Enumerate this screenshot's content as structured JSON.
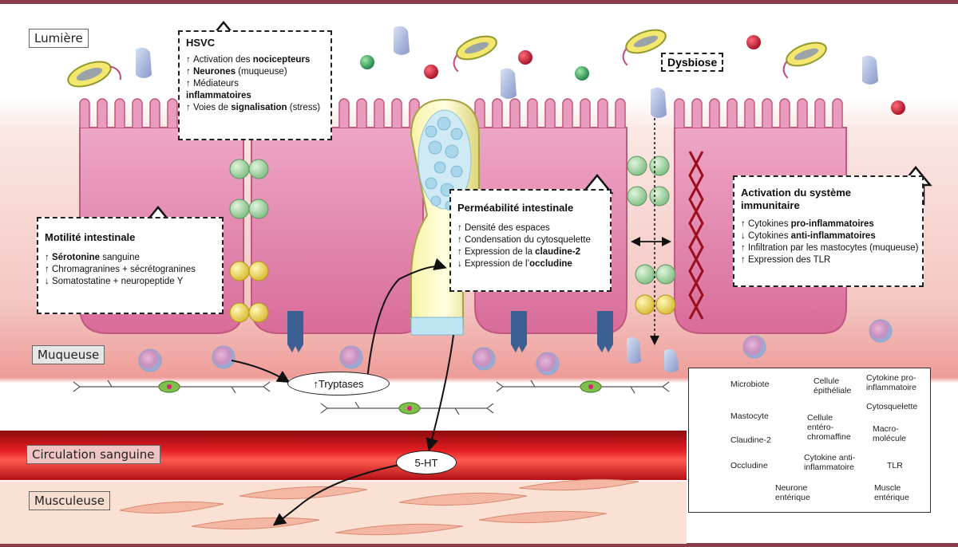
{
  "zones": {
    "lumiere": "Lumière",
    "muqueuse": "Muqueuse",
    "circulation": "Circulation sanguine",
    "musculeuse": "Musculeuse"
  },
  "dysbiose": "Dysbiose",
  "hsvc": {
    "title": "HSVC",
    "lines": [
      {
        "arrow": "↑",
        "pre": "Activation des ",
        "bold": "nocicepteurs",
        "post": ""
      },
      {
        "arrow": "↑",
        "pre": "",
        "bold": "Neurones",
        "post": " (muqueuse)"
      },
      {
        "arrow": "↑",
        "pre": "Médiateurs",
        "bold": "",
        "post": ""
      },
      {
        "arrow": "",
        "pre": "",
        "bold": "inflammatoires",
        "post": ""
      },
      {
        "arrow": "↑",
        "pre": "Voies de ",
        "bold": "signalisation",
        "post": " (stress)"
      }
    ]
  },
  "motilite": {
    "title": "Motilité intestinale",
    "lines": [
      {
        "arrow": "↑",
        "pre": "",
        "bold": "Sérotonine",
        "post": " sanguine"
      },
      {
        "arrow": "↑",
        "pre": "Chromagranines + sécrétogranines",
        "bold": "",
        "post": ""
      },
      {
        "arrow": "↓",
        "pre": "Somatostatine + neuropeptide Y",
        "bold": "",
        "post": ""
      }
    ]
  },
  "permeabilite": {
    "title": "Perméabilité intestinale",
    "lines": [
      {
        "arrow": "↑",
        "pre": "Densité des espaces",
        "bold": "",
        "post": ""
      },
      {
        "arrow": "↑",
        "pre": "Condensation du cytosquelette",
        "bold": "",
        "post": ""
      },
      {
        "arrow": "↑",
        "pre": "Expression de la ",
        "bold": "claudine-2",
        "post": ""
      },
      {
        "arrow": "↓",
        "pre": "Expression de l’",
        "bold": "occludine",
        "post": ""
      }
    ]
  },
  "immunite": {
    "title": "Activation du système immunitaire",
    "lines": [
      {
        "arrow": "↑",
        "pre": "Cytokines ",
        "bold": "pro-inflammatoires",
        "post": ""
      },
      {
        "arrow": "↓",
        "pre": "Cytokines ",
        "bold": "anti-inflammatoires",
        "post": ""
      },
      {
        "arrow": "↑",
        "pre": "Infiltration par les mastocytes (muqueuse)",
        "bold": "",
        "post": ""
      },
      {
        "arrow": "↑",
        "pre": "Expression des TLR",
        "bold": "",
        "post": ""
      }
    ]
  },
  "tryptases": "↑Tryptases",
  "ht": "5-HT",
  "legend": {
    "microbiote": "Microbiote",
    "cellule_epitheliale": "Cellule épithéliale",
    "cytokine_pro": "Cytokine pro-inflammatoire",
    "cytosquelette": "Cytosquelette",
    "mastocyte": "Mastocyte",
    "cellule_entero": "Cellule entéro-chromaffine",
    "macromolecule": "Macro-molécule",
    "claudine": "Claudine-2",
    "occludine": "Occludine",
    "cytokine_anti": "Cytokine anti-inflammatoire",
    "tlr": "TLR",
    "neurone": "Neurone entérique",
    "muscle": "Muscle entérique"
  },
  "colors": {
    "frame": "#8c3b4a",
    "epithelium": "#e88fb4",
    "epithelium_dark": "#c2577f",
    "mucosa": "#f6c9c6",
    "blood": "#d3141a",
    "muscle": "#f8d8c8",
    "claudine": "#a7d3a5",
    "occludine": "#f1dd6a",
    "tlr": "#3b5f93",
    "cytokine_pro": "#c6182a",
    "cytokine_anti": "#3aa25a",
    "macromolecule": "#a9b6dc"
  }
}
